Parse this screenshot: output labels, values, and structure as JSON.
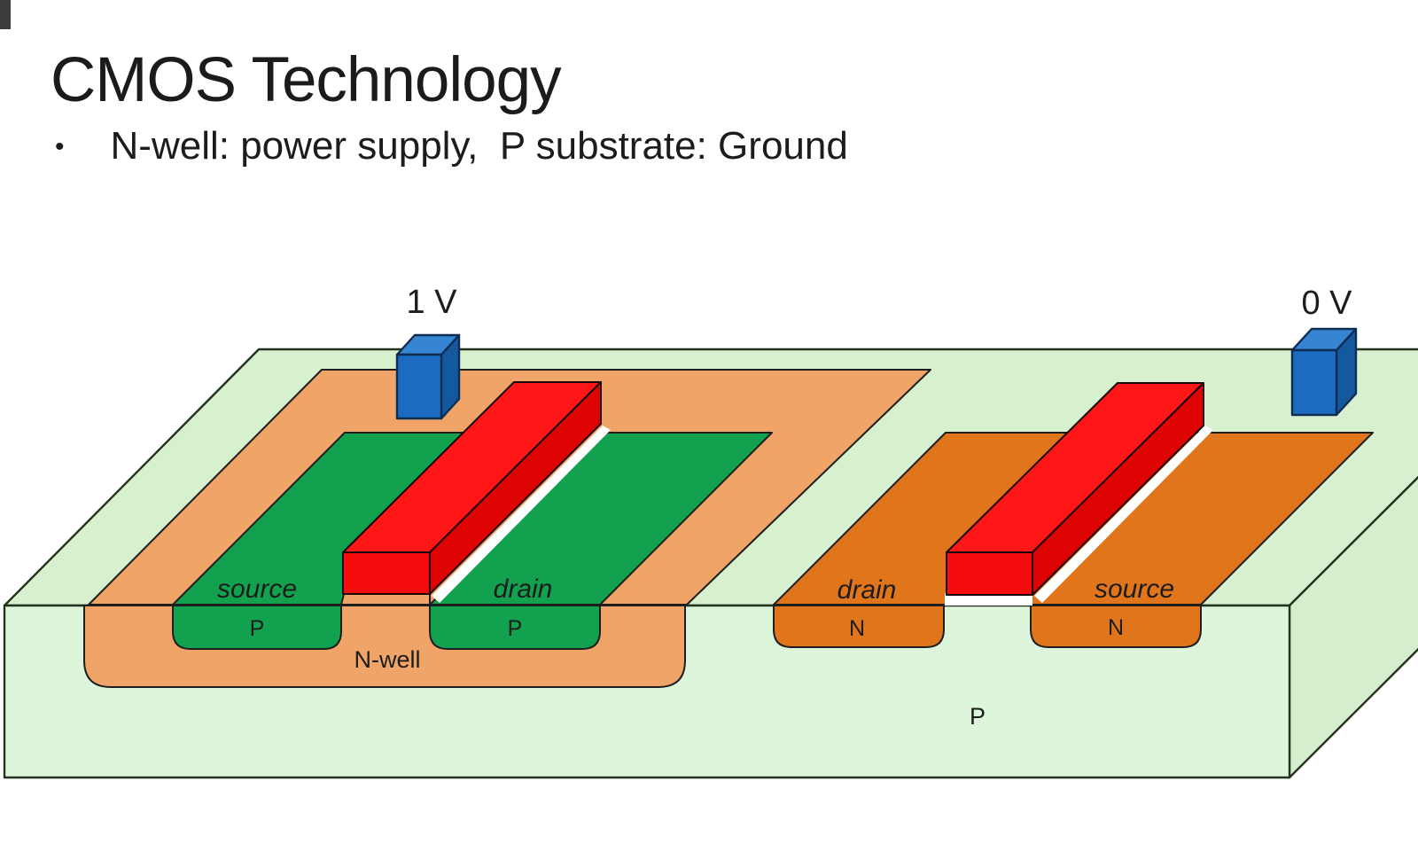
{
  "slide": {
    "title": "CMOS Technology",
    "bullet_marker": "•",
    "bullet": "N-well: power supply,  P substrate: Ground"
  },
  "diagram": {
    "pmos": {
      "contact_voltage": "1 V",
      "source_label": "source",
      "drain_label": "drain",
      "source_type": "P",
      "drain_type": "P",
      "well_label": "N-well"
    },
    "nmos": {
      "contact_voltage": "0 V",
      "drain_label": "drain",
      "source_label": "source",
      "drain_type": "N",
      "source_type": "N"
    },
    "substrate_label": "P"
  },
  "colors": {
    "substrate_top": "#D7F1CF",
    "substrate_front": "#DDF5DB",
    "substrate_side": "#D5EFCC",
    "nwell": "#F0A467",
    "pdiff": "#12A14E",
    "ndiff": "#E0751C",
    "gate_front": "#F50D0D",
    "gate_top": "#FF1616",
    "gate_side": "#DE0404",
    "highlight": "#FFFFFF",
    "contact_front": "#1B6CC0",
    "contact_top": "#3585D2",
    "contact_side": "#14589E"
  }
}
